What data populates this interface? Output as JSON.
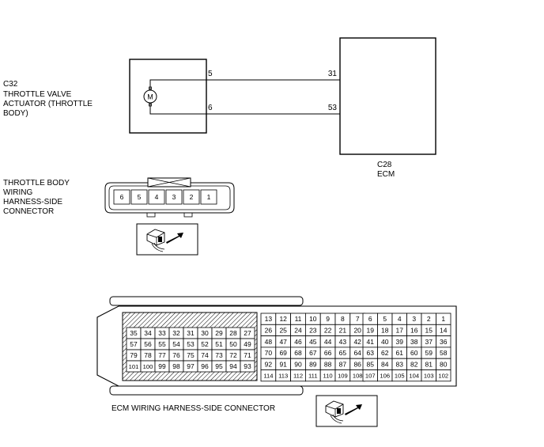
{
  "actuator": {
    "code": "C32",
    "name_lines": [
      "THROTTLE VALVE",
      "ACTUATOR (THROTTLE",
      "BODY)"
    ],
    "motor_symbol": "M"
  },
  "ecm": {
    "code": "C28",
    "name": "ECM"
  },
  "wires": [
    {
      "from_pin": "5",
      "to_pin": "31"
    },
    {
      "from_pin": "6",
      "to_pin": "53"
    }
  ],
  "throttle_connector": {
    "label_lines": [
      "THROTTLE BODY",
      "WIRING",
      "HARNESS-SIDE",
      "CONNECTOR"
    ],
    "pins": [
      "6",
      "5",
      "4",
      "3",
      "2",
      "1"
    ],
    "view_icon": "connector-view-arrow-icon"
  },
  "ecm_connector": {
    "label": "ECM WIRING HARNESS-SIDE CONNECTOR",
    "view_icon": "connector-view-arrow-icon",
    "left_block": [
      [
        "35",
        "34",
        "33",
        "32",
        "31",
        "30",
        "29",
        "28",
        "27"
      ],
      [
        "57",
        "56",
        "55",
        "54",
        "53",
        "52",
        "51",
        "50",
        "49"
      ],
      [
        "79",
        "78",
        "77",
        "76",
        "75",
        "74",
        "73",
        "72",
        "71"
      ],
      [
        "101",
        "100",
        "99",
        "98",
        "97",
        "96",
        "95",
        "94",
        "93"
      ]
    ],
    "middle_block": [
      [
        "13",
        "12",
        "11",
        "10",
        "9",
        "8",
        "7"
      ],
      [
        "26",
        "25",
        "24",
        "23",
        "22",
        "21",
        "20"
      ],
      [
        "48",
        "47",
        "46",
        "45",
        "44",
        "43",
        "42"
      ],
      [
        "70",
        "69",
        "68",
        "67",
        "66",
        "65",
        "64"
      ],
      [
        "92",
        "91",
        "90",
        "89",
        "88",
        "87",
        "86"
      ],
      [
        "114",
        "113",
        "112",
        "111",
        "110",
        "109",
        "108"
      ]
    ],
    "right_block": [
      [
        "6",
        "5",
        "4",
        "3",
        "2",
        "1"
      ],
      [
        "19",
        "18",
        "17",
        "16",
        "15",
        "14"
      ],
      [
        "41",
        "40",
        "39",
        "38",
        "37",
        "36"
      ],
      [
        "63",
        "62",
        "61",
        "60",
        "59",
        "58"
      ],
      [
        "85",
        "84",
        "83",
        "82",
        "81",
        "80"
      ],
      [
        "107",
        "106",
        "105",
        "104",
        "103",
        "102"
      ]
    ]
  }
}
